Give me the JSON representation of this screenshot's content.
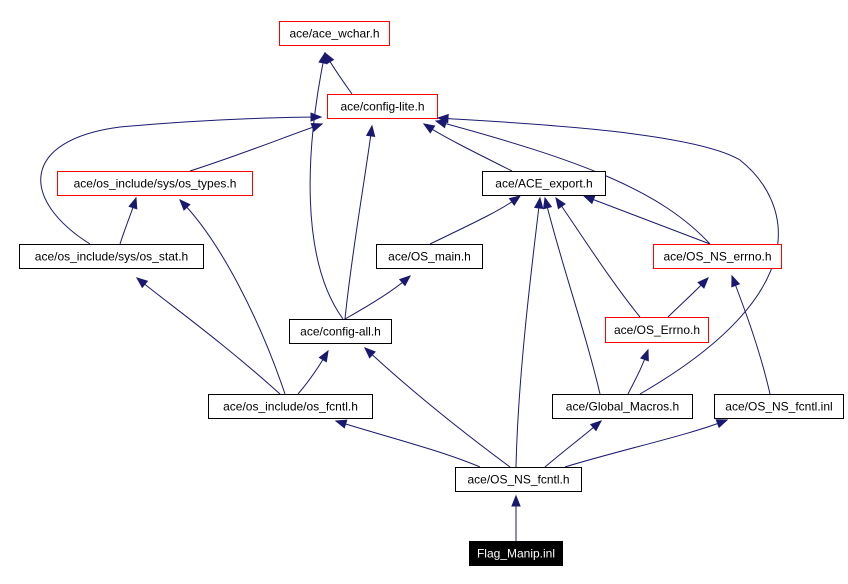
{
  "colors": {
    "edge": "#191970",
    "red_border": "#ff0000",
    "black_border": "#000000",
    "root_fill": "#000000"
  },
  "nodes": [
    {
      "id": "ace_wchar",
      "label": "ace/ace_wchar.h",
      "border": "red"
    },
    {
      "id": "config_lite",
      "label": "ace/config-lite.h",
      "border": "red"
    },
    {
      "id": "os_types",
      "label": "ace/os_include/sys/os_types.h",
      "border": "red"
    },
    {
      "id": "ace_export",
      "label": "ace/ACE_export.h",
      "border": "black"
    },
    {
      "id": "os_stat",
      "label": "ace/os_include/sys/os_stat.h",
      "border": "black"
    },
    {
      "id": "os_main",
      "label": "ace/OS_main.h",
      "border": "black"
    },
    {
      "id": "os_ns_errno",
      "label": "ace/OS_NS_errno.h",
      "border": "red"
    },
    {
      "id": "config_all",
      "label": "ace/config-all.h",
      "border": "black"
    },
    {
      "id": "os_errno",
      "label": "ace/OS_Errno.h",
      "border": "red"
    },
    {
      "id": "os_fcntl",
      "label": "ace/os_include/os_fcntl.h",
      "border": "black"
    },
    {
      "id": "global_macros",
      "label": "ace/Global_Macros.h",
      "border": "black"
    },
    {
      "id": "os_ns_fcntl_inl",
      "label": "ace/OS_NS_fcntl.inl",
      "border": "black"
    },
    {
      "id": "os_ns_fcntl_h",
      "label": "ace/OS_NS_fcntl.h",
      "border": "black"
    },
    {
      "id": "flag_manip",
      "label": "Flag_Manip.inl",
      "border": "root"
    }
  ]
}
